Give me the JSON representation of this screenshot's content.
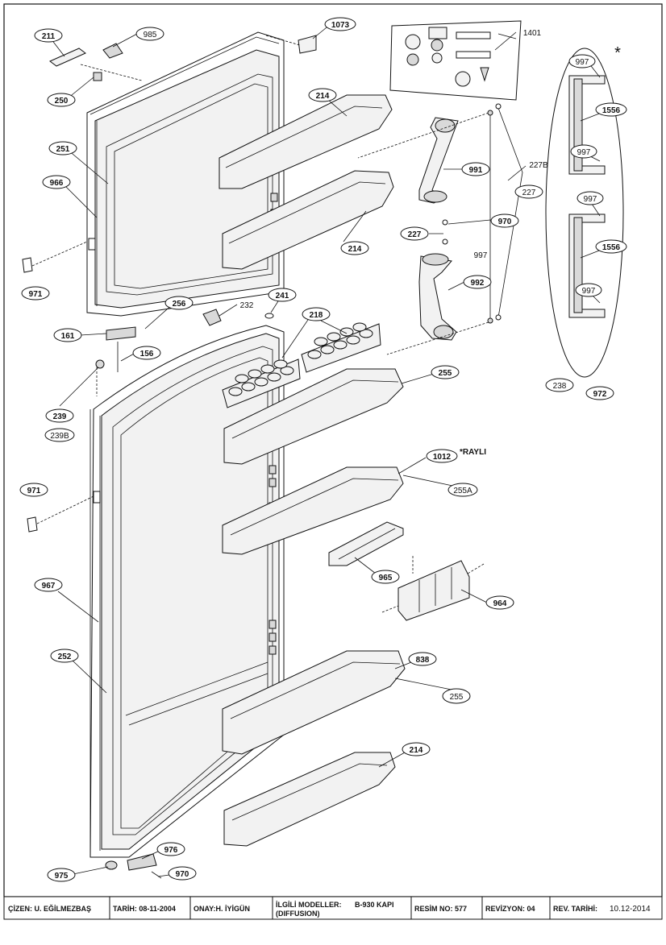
{
  "callouts": {
    "c211": "211",
    "c985": "985",
    "c1073": "1073",
    "c1401": "1401",
    "c250": "250",
    "c214a": "214",
    "c251": "251",
    "c966": "966",
    "c971a": "971",
    "c214b": "214",
    "c991": "991",
    "c227B": "227B",
    "c227a": "227",
    "c227b": "227",
    "c970a": "970",
    "c997_mid": "997",
    "c992": "992",
    "c256": "256",
    "c232": "232",
    "c241": "241",
    "c218": "218",
    "c161": "161",
    "c156": "156",
    "c239": "239",
    "c239B": "239B",
    "c255a": "255",
    "c1012": "1012",
    "rayli": "*RAYLI",
    "c255A": "255A",
    "c971b": "971",
    "c965": "965",
    "c964": "964",
    "c967": "967",
    "c252": "252",
    "c838": "838",
    "c255b": "255",
    "c214c": "214",
    "c976": "976",
    "c975": "975",
    "c970b": "970",
    "c997a": "997",
    "c1556a": "1556",
    "c997b": "997",
    "c997c": "997",
    "c1556b": "1556",
    "c997d": "997",
    "c238": "238",
    "c972": "972",
    "star": "*"
  },
  "title_block": {
    "cizen": "ÇİZEN: U. EĞİLMEZBAŞ",
    "tarih": "TARİH: 08-11-2004",
    "onay": "ONAY:H. İYİGÜN",
    "models_label": "İLGİLİ MODELLER:",
    "models_value": "B-930 KAPI",
    "models_sub": "(DIFFUSION)",
    "resim": "RESİM NO: 577",
    "revizyon": "REVİZYON: 04",
    "rev_tarihi_label": "REV. TARİHİ:",
    "rev_tarihi_value": "10.12-2014"
  },
  "colors": {
    "ink": "#111111",
    "paper": "#ffffff",
    "fill": "#f2f2f2"
  }
}
